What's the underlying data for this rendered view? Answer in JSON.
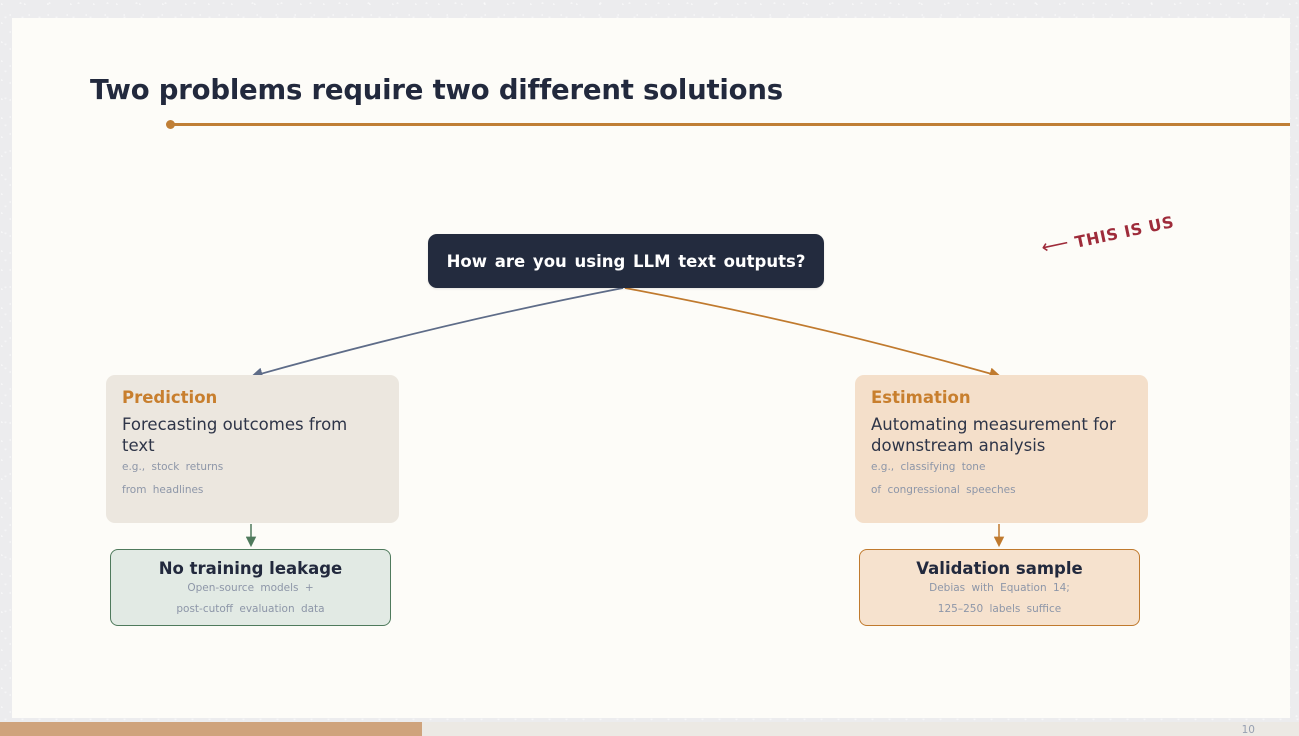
{
  "slide": {
    "title": "Two problems require two different solutions",
    "page_number": "10",
    "progress_percent": 32.5,
    "colors": {
      "slide_background": "#fdfcf8",
      "viewer_background": "#ececee",
      "title_text": "#22293d",
      "accent_orange": "#c07f36",
      "dark_box": "#232b3e",
      "prediction_card": "#ece7df",
      "estimation_card": "#f4dfca",
      "green_box_fill": "#e2eae4",
      "green_box_border": "#4f7a5c",
      "orange_box_fill": "#f6e2ce",
      "orange_box_border": "#c07a2e",
      "note_text": "#8d96a8",
      "annotation_red": "#9e2b3a",
      "arrow_blue": "#5e6c88",
      "arrow_orange": "#c07a2e",
      "progress_fill": "#cfa37c",
      "progress_track": "#ece9e4"
    }
  },
  "question_box": {
    "text": "How are you using LLM text outputs?"
  },
  "branches": [
    {
      "id": "prediction",
      "heading": "Prediction",
      "body": "Forecasting outcomes from text",
      "note_line_1": "e.g., stock returns",
      "note_line_2": "from headlines"
    },
    {
      "id": "estimation",
      "heading": "Estimation",
      "body": "Automating measurement for downstream analysis",
      "note_line_1": "e.g., classifying tone",
      "note_line_2": "of congressional speeches"
    }
  ],
  "outcomes": [
    {
      "id": "no-training-leakage",
      "title": "No training leakage",
      "note_line_1": "Open-source models +",
      "note_line_2": "post-cutoff evaluation data"
    },
    {
      "id": "validation-sample",
      "title": "Validation sample",
      "note_line_1": "Debias with Equation 14;",
      "note_line_2": "125–250 labels suffice"
    }
  ],
  "annotation": {
    "arrow_glyph": "⟵",
    "text": "THIS IS US"
  }
}
